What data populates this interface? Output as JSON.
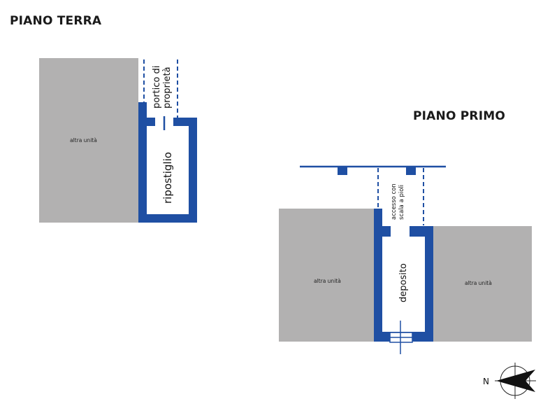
{
  "titles": {
    "ground_floor": "PIANO TERRA",
    "first_floor": "PIANO PRIMO"
  },
  "ground_floor": {
    "neighbor_label": "altra unità",
    "porch_label_line1": "portico di",
    "porch_label_line2": "proprietà",
    "room_label": "ripostiglio"
  },
  "first_floor": {
    "neighbor_left_label": "altra unità",
    "neighbor_right_label": "altra unità",
    "ladder_label_line1": "accesso con",
    "ladder_label_line2": "scala a pioli",
    "room_label": "deposito"
  },
  "compass": {
    "north_label": "N"
  },
  "colors": {
    "wall": "#1f4fa3",
    "neighbor_fill": "#b2b1b1",
    "background": "#ffffff"
  }
}
